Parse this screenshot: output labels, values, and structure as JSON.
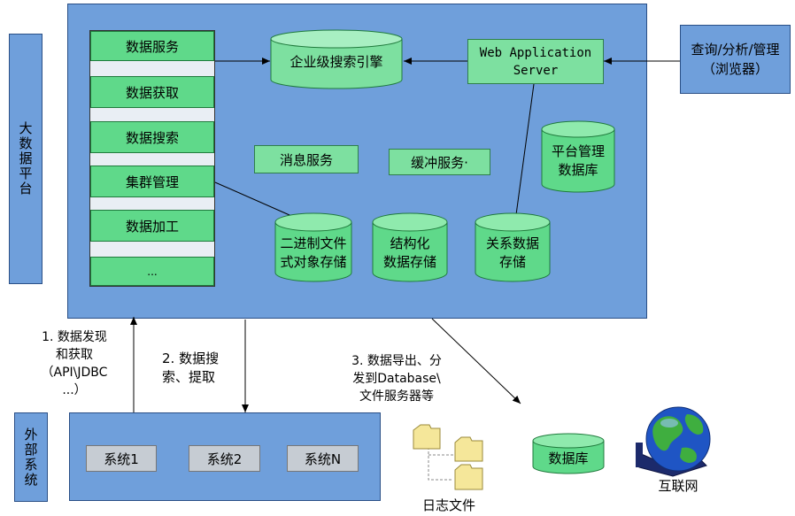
{
  "side_labels": {
    "big_data_platform": "大数据平台",
    "external_systems": "外部系统"
  },
  "platform_list": [
    "数据服务",
    "数据获取",
    "数据搜索",
    "集群管理",
    "数据加工",
    "..."
  ],
  "top_nodes": {
    "search_engine": "企业级搜索引擎",
    "web_server": "Web Application\nServer",
    "browser": "查询/分析/管理\n（浏览器）"
  },
  "services": {
    "message": "消息服务",
    "cache": "缓冲服务·"
  },
  "storage": {
    "platform_db": "平台管理\n数据库",
    "binary": "二进制文件\n式对象存储",
    "structured": "结构化\n数据存储",
    "relational": "关系数据\n存储"
  },
  "flows": {
    "discover": "1. 数据发现\n和获取\n（API\\JDBC\n...）",
    "search": "2. 数据搜\n索、提取",
    "export": "3. 数据导出、分\n发到Database\\\n文件服务器等"
  },
  "external_systems": [
    "系统1",
    "系统2",
    "系统N"
  ],
  "destinations": {
    "log_files": "日志文件",
    "database": "数据库",
    "internet": "互联网"
  },
  "colors": {
    "platform_bg": "#6f9fdb",
    "node_green": "#5fd98a",
    "system_grey": "#c6ccd3"
  }
}
